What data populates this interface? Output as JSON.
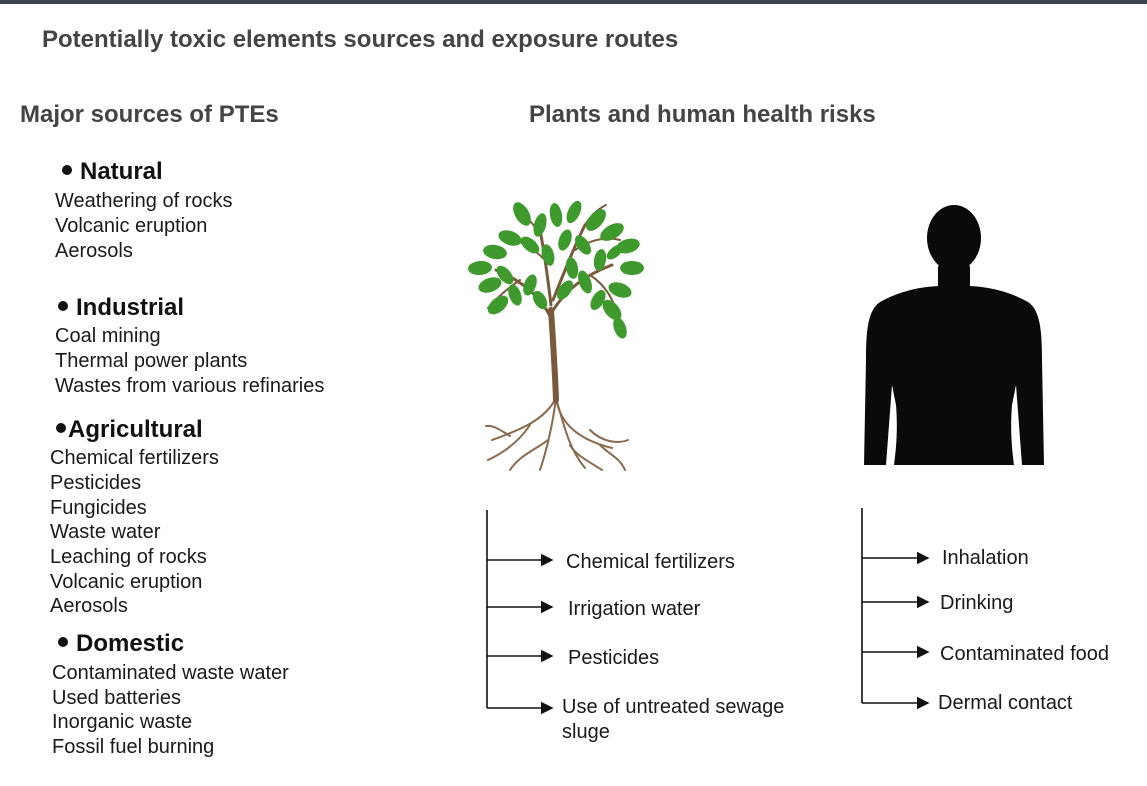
{
  "title": "Potentially toxic elements sources and exposure routes",
  "left_heading": "Major sources of PTEs",
  "right_heading": "Plants and human health risks",
  "categories": [
    {
      "name": "Natural",
      "items": [
        "Weathering of rocks",
        "Volcanic eruption",
        "Aerosols"
      ]
    },
    {
      "name": "Industrial",
      "items": [
        "Coal mining",
        "Thermal power plants",
        "Wastes from various refinaries"
      ]
    },
    {
      "name": "Agricultural",
      "items": [
        "Chemical fertilizers",
        "Pesticides",
        "Fungicides",
        "Waste water",
        "Leaching of rocks",
        "Volcanic eruption",
        "Aerosols"
      ]
    },
    {
      "name": "Domestic",
      "items": [
        "Contaminated waste water",
        "Used batteries",
        "Inorganic waste",
        "Fossil fuel burning"
      ]
    }
  ],
  "plant_routes": [
    "Chemical fertilizers",
    "Irrigation water",
    "Pesticides",
    "Use of untreated sewage",
    "sluge"
  ],
  "human_routes": [
    "Inhalation",
    "Drinking",
    "Contaminated food",
    "Dermal contact"
  ],
  "icons": {
    "plant": "tree-with-roots-icon",
    "human": "human-silhouette-icon"
  },
  "colors": {
    "heading": "#444444",
    "leaf": "#3f9a2e",
    "trunk": "#7a5a3c",
    "silhouette": "#0a0a0a"
  }
}
